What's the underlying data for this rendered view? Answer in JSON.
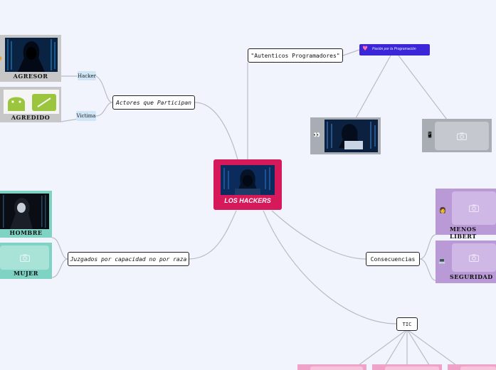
{
  "center": {
    "label": "LOS HACKERS"
  },
  "branches": {
    "actores": "Actores que Participan",
    "autenticos": "\"Autenticos Programadores\"",
    "juzgados": "Juzgados por capacidad no por raza",
    "consecuencias": "Consecuencias",
    "tic": "TIC"
  },
  "cards": {
    "agresor": "AGRESOR",
    "agredido": "AGREDIDO",
    "hombre": "HOMBRE",
    "mujer": "MUJER",
    "menos_libertad": "MENOS LIBERT",
    "seguridad": "SEGURIDAD"
  },
  "tags": {
    "hacker": "Hacker",
    "victima": "Victima"
  },
  "banner": {
    "text": "Pasión por la Programación"
  },
  "colors": {
    "background": "#f2f4fd",
    "center": "#d6195a",
    "teal": "#7fd3c4",
    "gray": "#a8adb4",
    "purple": "#b99ad6",
    "pink": "#f0a3c8",
    "banner": "#3b26d8",
    "connector": "#b9bcc6"
  }
}
